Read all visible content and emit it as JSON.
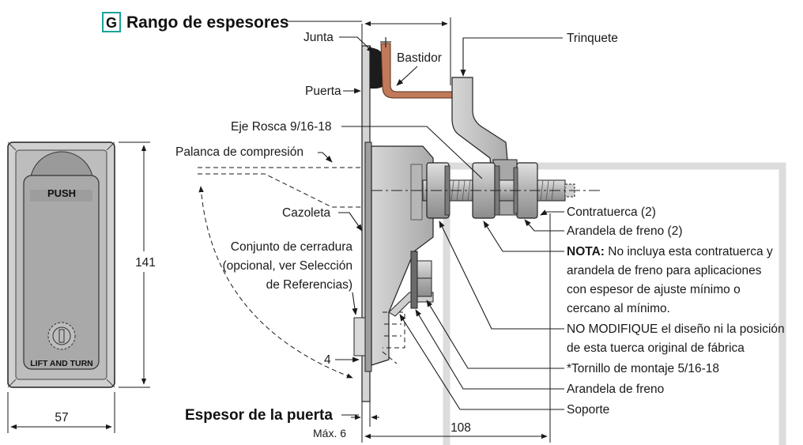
{
  "title": {
    "badge": "G",
    "text": "Rango de espesores"
  },
  "handle": {
    "push_label": "PUSH",
    "lift_label": "LIFT AND TURN"
  },
  "dimensions": {
    "height": "141",
    "width": "57",
    "depth": "108",
    "offset": "4"
  },
  "door_thickness": {
    "label": "Espesor de la puerta",
    "max": "Máx. 6"
  },
  "labels": {
    "junta": "Junta",
    "bastidor": "Bastidor",
    "trinquete": "Trinquete",
    "puerta": "Puerta",
    "eje": "Eje Rosca 9/16-18",
    "palanca": "Palanca de compresión",
    "cazoleta": "Cazoleta",
    "cerradura_1": "Conjunto de cerradura",
    "cerradura_2": "(opcional, ver Selección",
    "cerradura_3": "de Referencias)",
    "contratuerca": "Contratuerca (2)",
    "arandela_freno_2": "Arandela de freno (2)",
    "nota_bold": "NOTA:",
    "nota_1": " No incluya esta contratuerca y",
    "nota_2": "arandela de freno para aplicaciones",
    "nota_3": "con espesor de ajuste mínimo o",
    "nota_4": "cercano al mínimo.",
    "no_modifique_1": "NO MODIFIQUE el diseño ni la posición",
    "no_modifique_2": "de esta tuerca original de fábrica",
    "tornillo": "*Tornillo de montaje 5/16-18",
    "arandela_freno": "Arandela de freno",
    "soporte": "Soporte"
  },
  "colors": {
    "badge": "#1aa39a",
    "frame": "#c07a5a",
    "metal": "#bfbfbf",
    "metal_dark": "#8a8a8a",
    "gasket": "#222222",
    "bg_box": "#d9d9d9"
  }
}
